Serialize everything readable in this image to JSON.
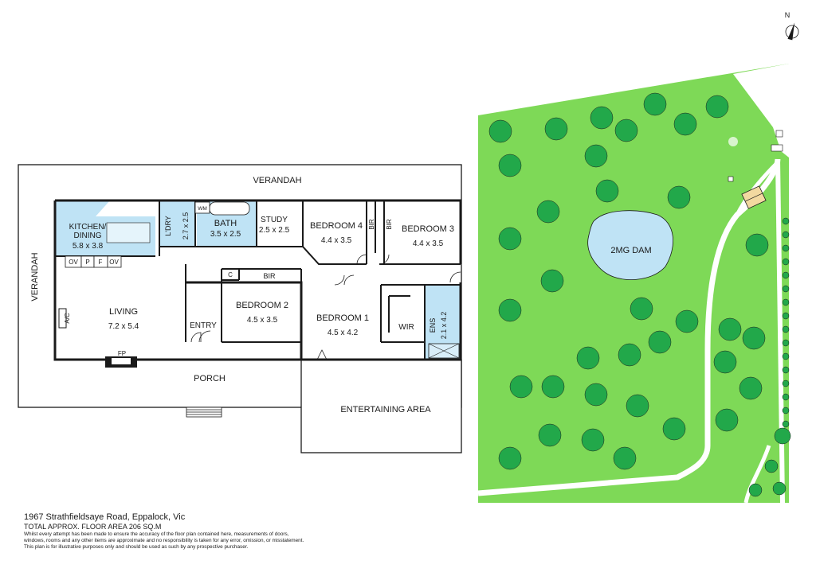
{
  "rooms": {
    "verandah_top": "VERANDAH",
    "verandah_left": "VERANDAH",
    "kitchen_name_1": "KITCHEN/",
    "kitchen_name_2": "DINING",
    "kitchen_size": "5.8 x 3.8",
    "ov1": "OV",
    "p": "P",
    "f": "F",
    "ov2": "OV",
    "laundry": "L'DRY",
    "laundry_size": "2.7 x 2.5",
    "wm": "WM",
    "bath": "BATH",
    "bath_size": "3.5 x 2.5",
    "study": "STUDY",
    "study_size": "2.5 x 2.5",
    "bedroom4": "BEDROOM 4",
    "bedroom4_size": "4.4 x 3.5",
    "bir_a": "BIR",
    "bir_b": "BIR",
    "bedroom3": "BEDROOM 3",
    "bedroom3_size": "4.4 x 3.5",
    "living": "LIVING",
    "living_size": "7.2 x 5.4",
    "ac": "A/C",
    "fp": "FP",
    "entry": "ENTRY",
    "c": "C",
    "bir_c": "BIR",
    "bedroom2": "BEDROOM 2",
    "bedroom2_size": "4.5 x 3.5",
    "bedroom1": "BEDROOM 1",
    "bedroom1_size": "4.5 x 4.2",
    "wir": "WIR",
    "ens": "ENS",
    "ens_size": "2.1 x 4.2",
    "porch": "PORCH",
    "entertaining": "ENTERTAINING AREA"
  },
  "site": {
    "dam": "2MG DAM",
    "north": "N"
  },
  "info": {
    "address": "1967 Strathfieldsaye Road, Eppalock, Vic",
    "floor_area": "TOTAL APPROX. FLOOR AREA 206 SQ.M",
    "disclaimer_1": "Whilst every attempt has been made to ensure the accuracy of the floor plan contained here, measurements of doors,",
    "disclaimer_2": "windows, rooms and any other items are approximate and no responsibility is taken for any error, omission, or misstatement.",
    "disclaimer_3": "This plan is for illustrative purposes only and should be used as such by any prospective purchaser."
  },
  "colors": {
    "wet_area": "#bfe3f5",
    "grass": "#7ed957",
    "tree": "#22a84a",
    "path": "#ffffff",
    "dam": "#bfe3f5",
    "wall": "#1a1a1a"
  }
}
